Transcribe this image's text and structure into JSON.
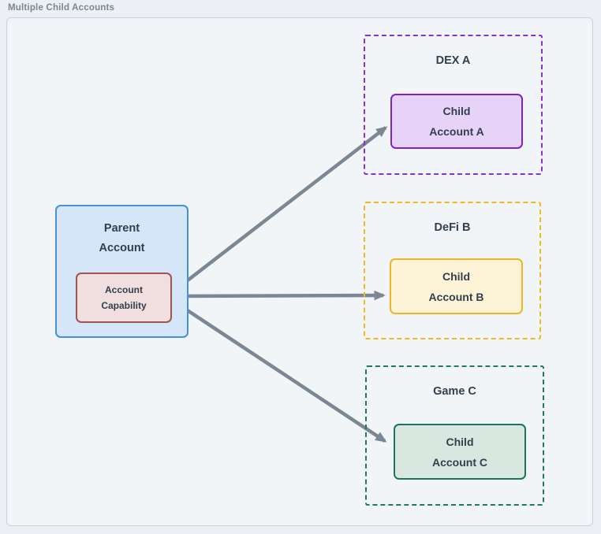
{
  "page": {
    "title": "Multiple Child Accounts"
  },
  "parent": {
    "label_line1": "Parent",
    "label_line2": "Account",
    "capability_line1": "Account",
    "capability_line2": "Capability"
  },
  "groups": [
    {
      "name": "DEX A",
      "child_line1": "Child",
      "child_line2": "Account A"
    },
    {
      "name": "DeFi B",
      "child_line1": "Child",
      "child_line2": "Account B"
    },
    {
      "name": "Game C",
      "child_line1": "Child",
      "child_line2": "Account C"
    }
  ],
  "colors": {
    "page_background": "#ecf0f4",
    "canvas_background": "#f2f5f8",
    "canvas_border": "#c9d2dc",
    "title_text": "#7b8693",
    "label_text": "#32404d",
    "arrow": "#7c8794",
    "parent_fill": "#d5e6f8",
    "parent_border": "#4591db",
    "capability_fill": "#f1dfe0",
    "capability_border": "#a35252",
    "dex_accent": "#8b2fd6",
    "dex_child_fill": "#e7d3f7",
    "dex_child_border": "#7e22ce",
    "defi_accent": "#f2b821",
    "defi_child_fill": "#fdf3d7",
    "defi_child_border": "#f0b429",
    "game_accent": "#1d7a5f",
    "game_child_fill": "#d8e8e0",
    "game_child_border": "#20725c"
  }
}
